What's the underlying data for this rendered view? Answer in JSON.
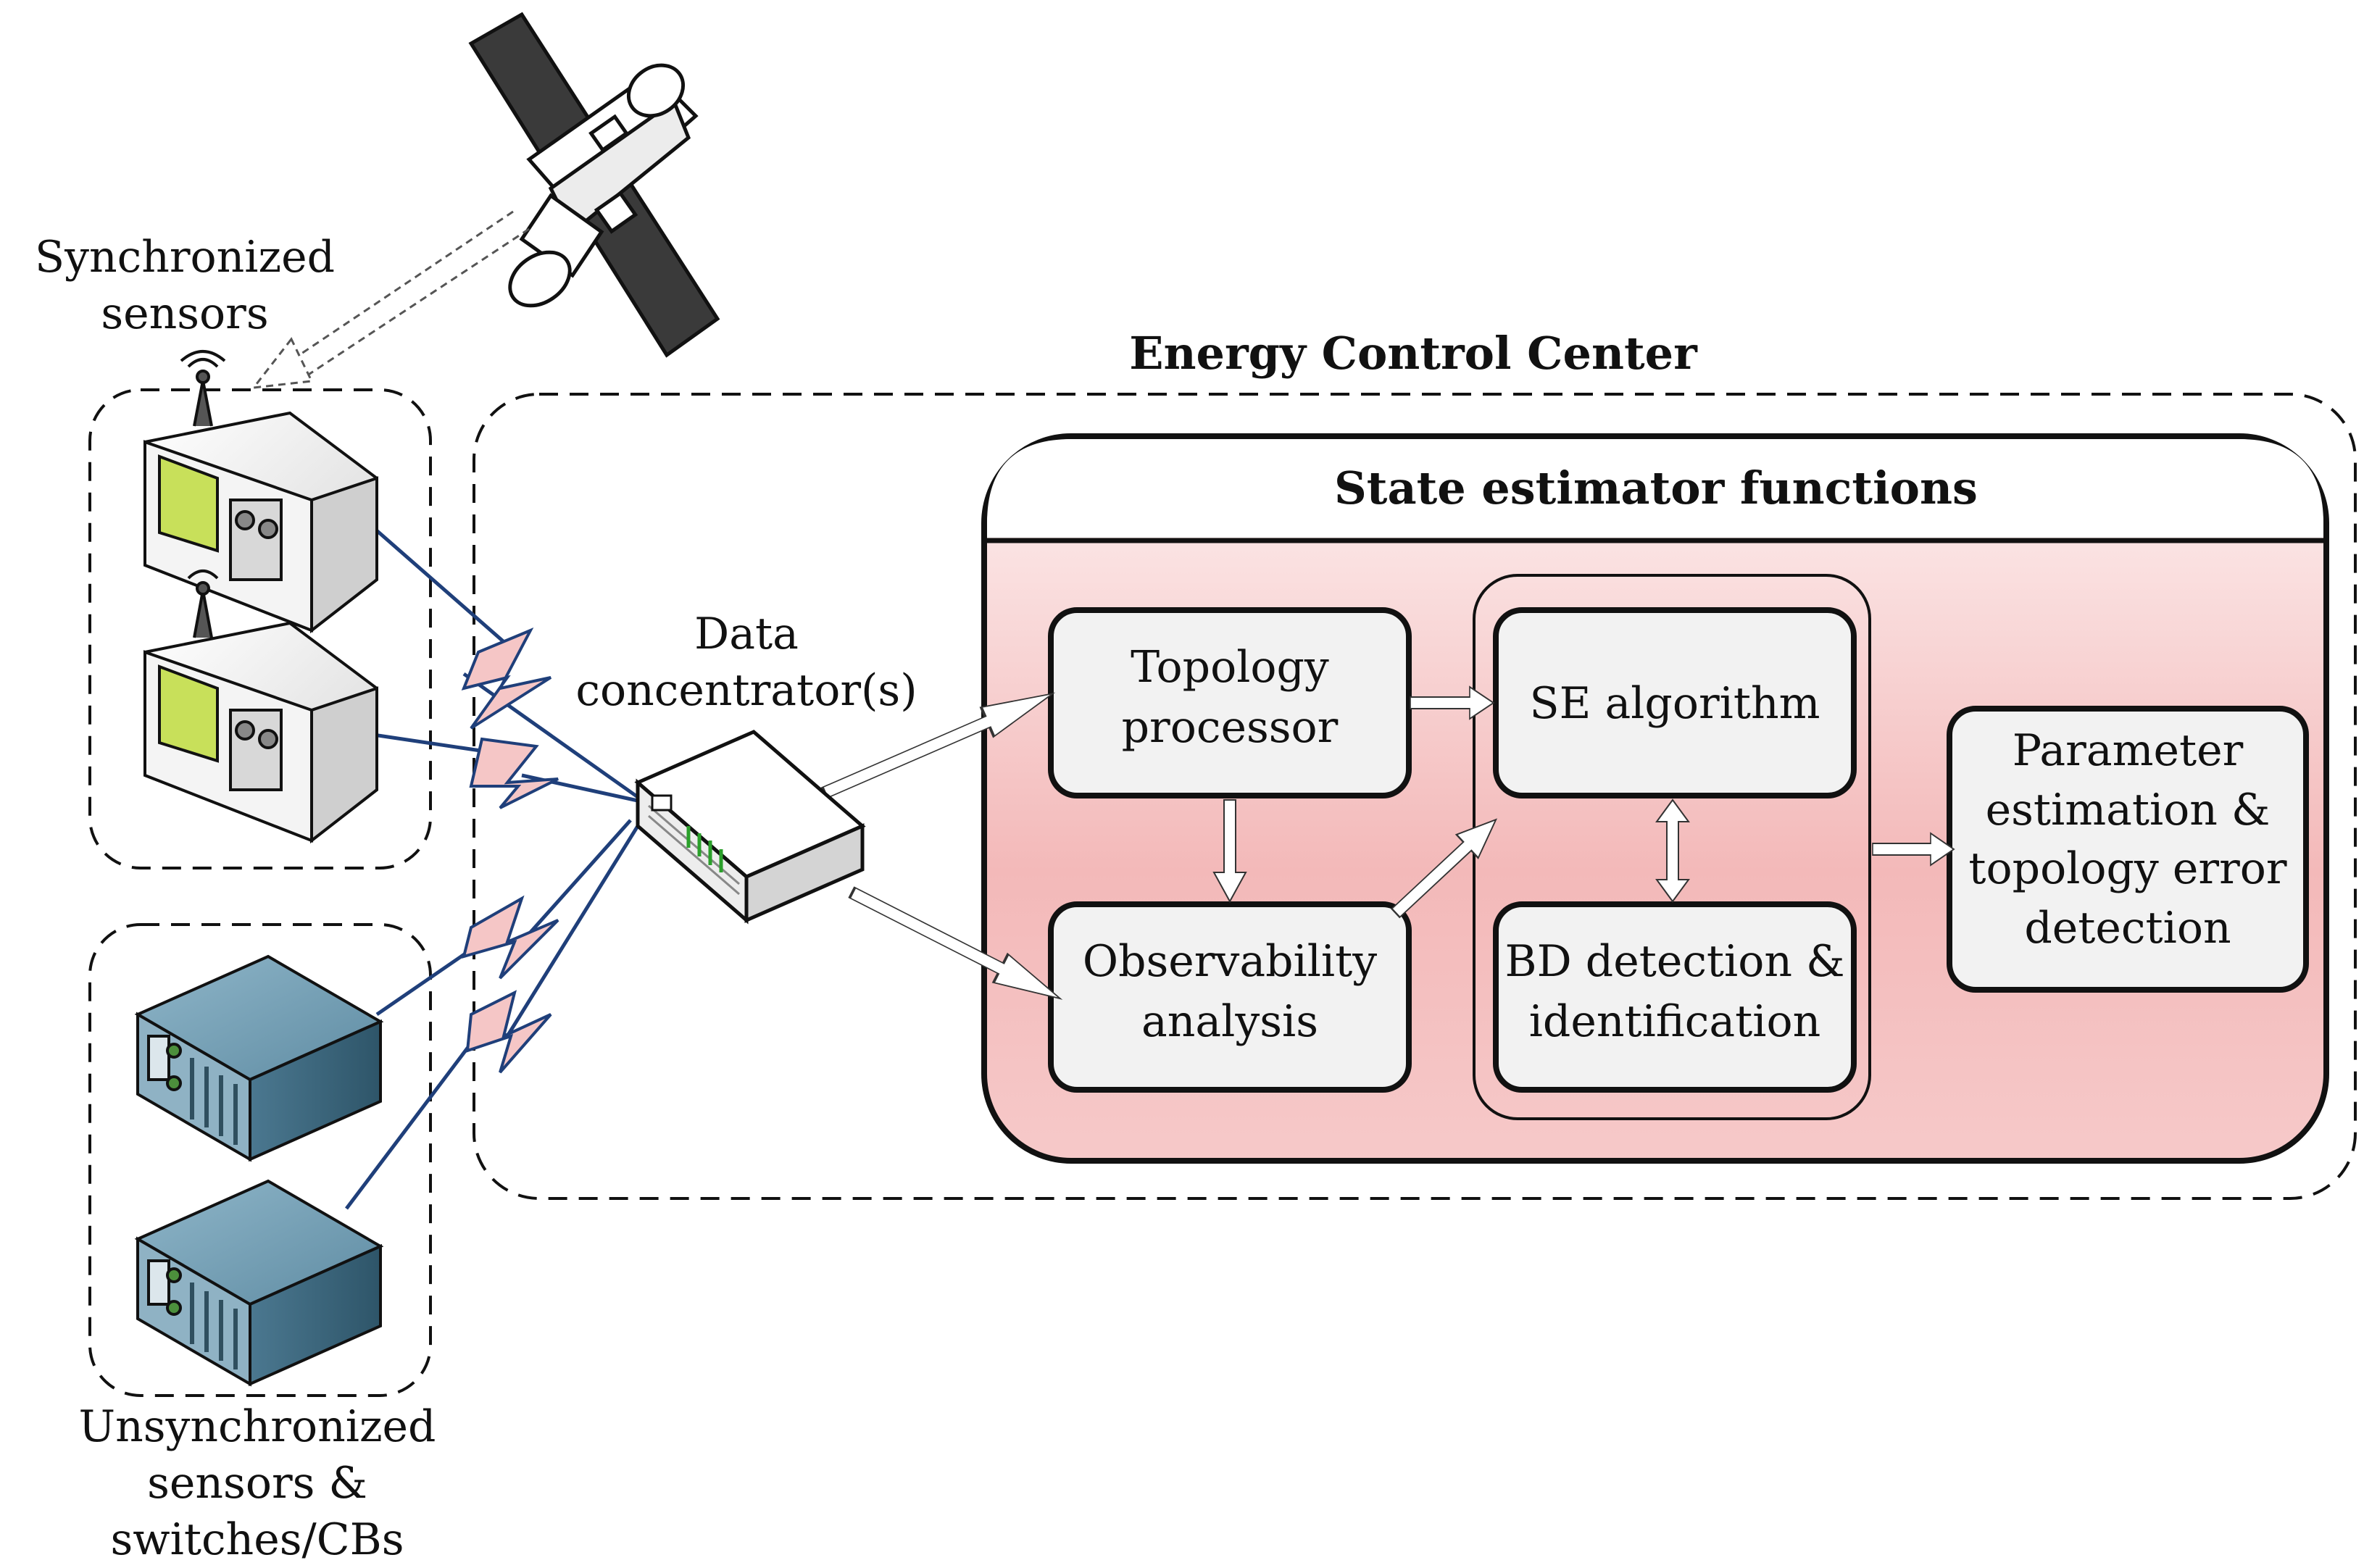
{
  "labels": {
    "synchronized_sensors": "Synchronized\nsensors",
    "unsynchronized_sensors": "Unsynchronized\nsensors & switches/CBs",
    "data_concentrator": "Data\nconcentrator(s)",
    "energy_control_center": "Energy Control Center",
    "state_estimator_functions": "State estimator functions"
  },
  "boxes": {
    "topology_processor": "Topology\nprocessor",
    "observability_analysis": "Observability\nanalysis",
    "se_algorithm": "SE algorithm",
    "bd_detection": "BD detection &\nidentification",
    "parameter_estimation": "Parameter\nestimation &\ntopology error\ndetection"
  },
  "colors": {
    "panel_fill_top": "#fbe9e9",
    "panel_fill_bottom": "#f0aaaa",
    "box_fill": "#f2f2f2",
    "link_line": "#1f3f7a",
    "link_bolt_fill": "#f5c6c6",
    "screen_green": "#c8e05a",
    "server_body": "#5f8ca3"
  },
  "icons": {
    "satellite": "satellite-icon",
    "sensor_device": "sensor-device-icon",
    "server_rack": "server-rack-icon",
    "router": "router-icon"
  }
}
